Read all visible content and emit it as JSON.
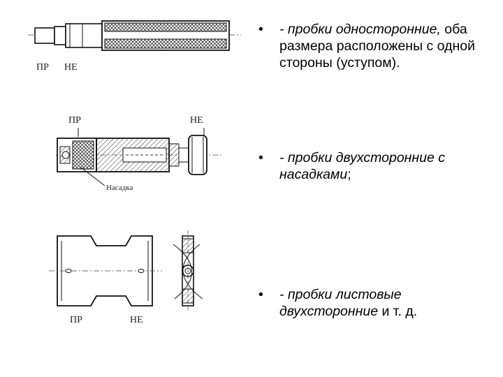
{
  "figures": {
    "fig1": {
      "label_pr": "ПР",
      "label_ne": "НЕ"
    },
    "fig2": {
      "label_pr": "ПР",
      "label_ne": "НЕ",
      "label_attachment": "Насадка"
    },
    "fig3": {
      "label_pr": "ПР",
      "label_ne": "НЕ"
    }
  },
  "bullets": [
    {
      "marker": "•",
      "italic": "- пробки односторонние,",
      "regular": " оба размера расположены с одной стороны (уступом)."
    },
    {
      "marker": "•",
      "italic": "- пробки двухсторонние с насадками",
      "regular": ";"
    },
    {
      "marker": "•",
      "italic": "- пробки листовые двухсторонние",
      "regular": " и т. д."
    }
  ]
}
